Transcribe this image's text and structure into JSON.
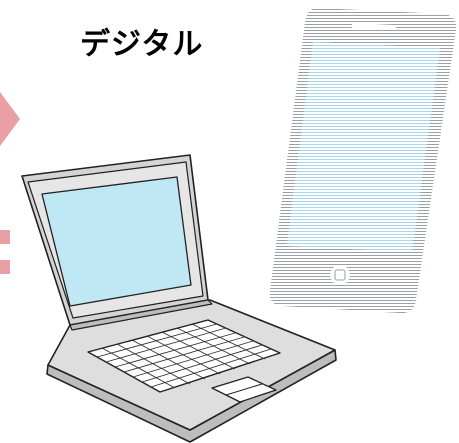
{
  "heading": {
    "text": "デジタル"
  },
  "illustrations": {
    "smartphone": "smartphone-illustration",
    "laptop": "laptop-illustration",
    "arrow": "arrow-shape",
    "equals": "equals-sign-shape"
  },
  "colors": {
    "accent_pink": "#e8a0a4",
    "screen_blue": "#bfe8f4",
    "device_gray": "#d8d8d8",
    "outline": "#222222"
  }
}
